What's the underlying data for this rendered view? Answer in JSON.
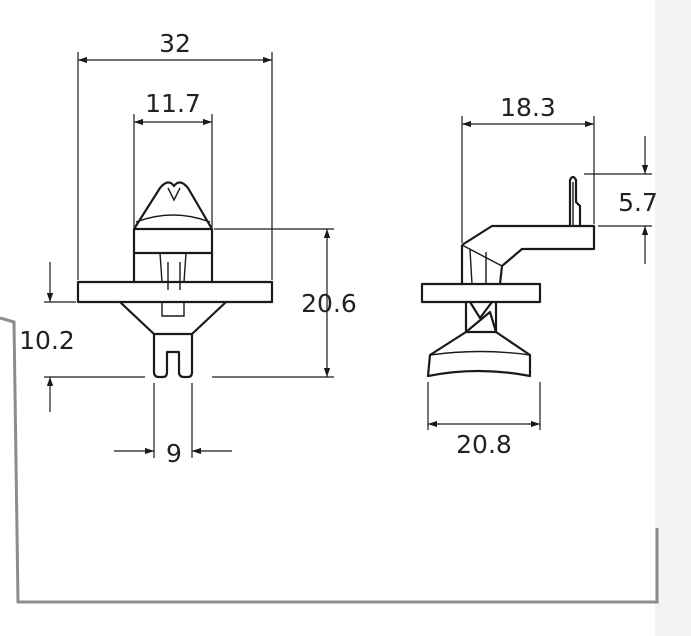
{
  "diagram": {
    "front_view": {
      "overall_width": "32",
      "head_width": "11.7",
      "height_upper": "20.6",
      "height_lower": "10.2",
      "stem_width": "9"
    },
    "side_view": {
      "arm_length": "18.3",
      "tab_height": "5.7",
      "base_width": "20.8"
    },
    "colors": {
      "background": "#f3f3f3",
      "panel": "#ffffff",
      "line": "#1a1a1a",
      "frame": "#8c8c8c"
    }
  }
}
